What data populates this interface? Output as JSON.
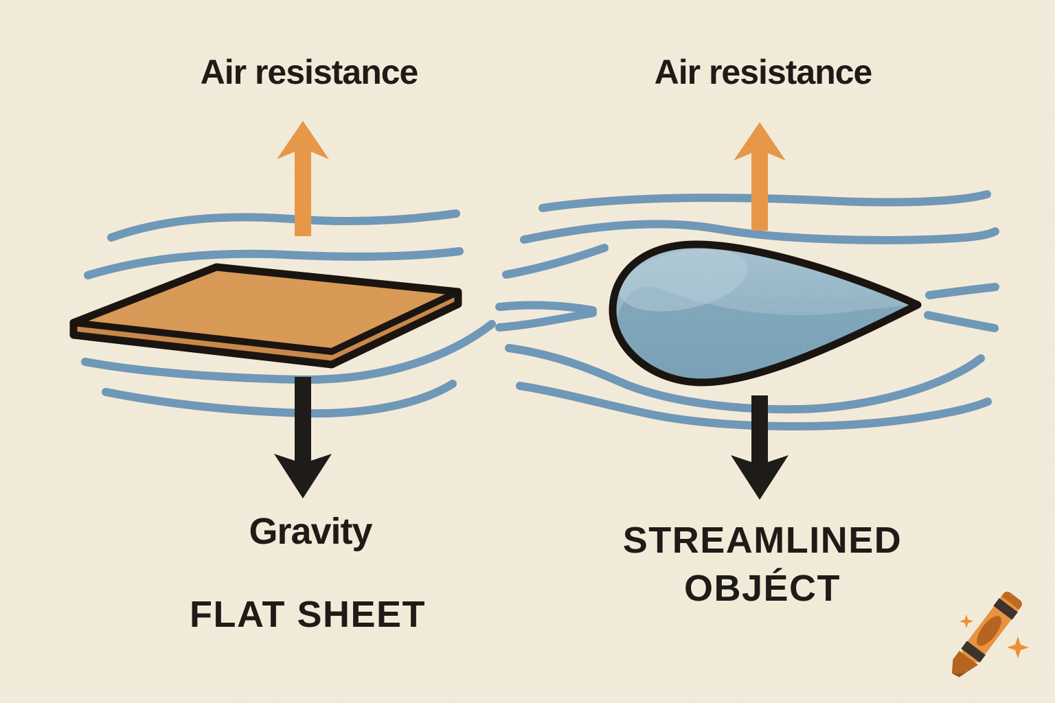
{
  "title": "Air resistance comparison diagram",
  "colors": {
    "bg": "#f8f0de",
    "ink": "#17120e",
    "text": "#1e1b18",
    "stream_blue": "#6f9abd",
    "arrow_orange": "#eb9a48",
    "arrow_black": "#1b1917",
    "sheet_top": "#dd9c58",
    "sheet_side": "#cb8a4a",
    "drop_light": "#a9c6d6",
    "drop_mid": "#93b6c9",
    "drop_dark": "#7ba4bb",
    "drop_highlight": "#bcd3df",
    "crayon_body": "#ee9540",
    "crayon_dark": "#b8651f",
    "crayon_band": "#3a322b",
    "sparkle": "#ef9434"
  },
  "left_panel": {
    "force_up_label": "Air resistance",
    "force_down_label": "Gravity",
    "caption": "FLAT SHEET"
  },
  "right_panel": {
    "force_up_label": "Air resistance",
    "caption_line1": "STREAMLINED",
    "caption_line2": "OBJÉCT"
  },
  "watermark": {
    "icon": "crayon-icon",
    "sparkles": 2
  }
}
